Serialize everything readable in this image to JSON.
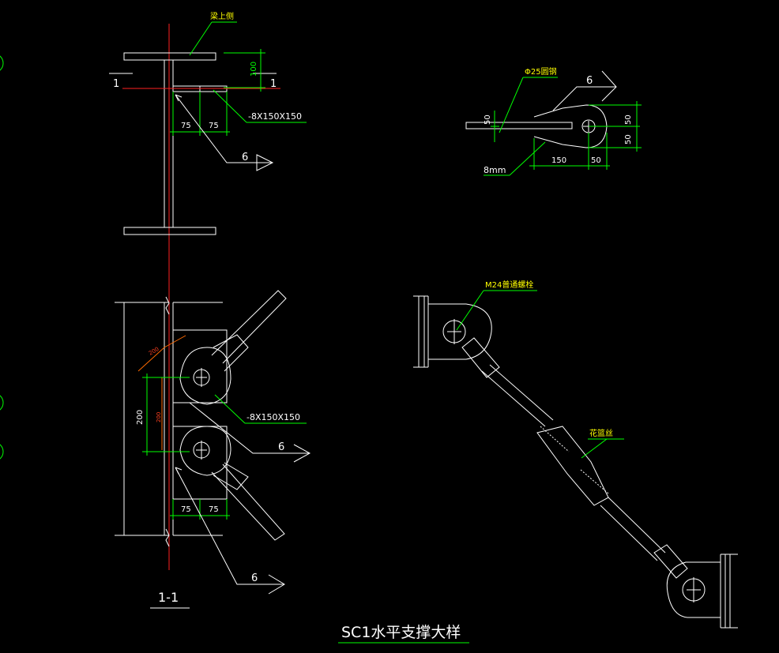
{
  "labels": {
    "beam_top": "梁上侧",
    "dim_100": "100",
    "section_mark": "1",
    "plate_spec": "-8X150X150",
    "dim_75": "75",
    "weld_size": "6",
    "round_bar": "Φ25圆钢",
    "dim_50": "50",
    "dim_150": "150",
    "thickness": "8mm",
    "dim_200": "200",
    "bolt_spec": "M24普通螺栓",
    "turnbuckle": "花篮丝",
    "section_title": "1-1",
    "drawing_title": "SC1水平支撑大样"
  }
}
